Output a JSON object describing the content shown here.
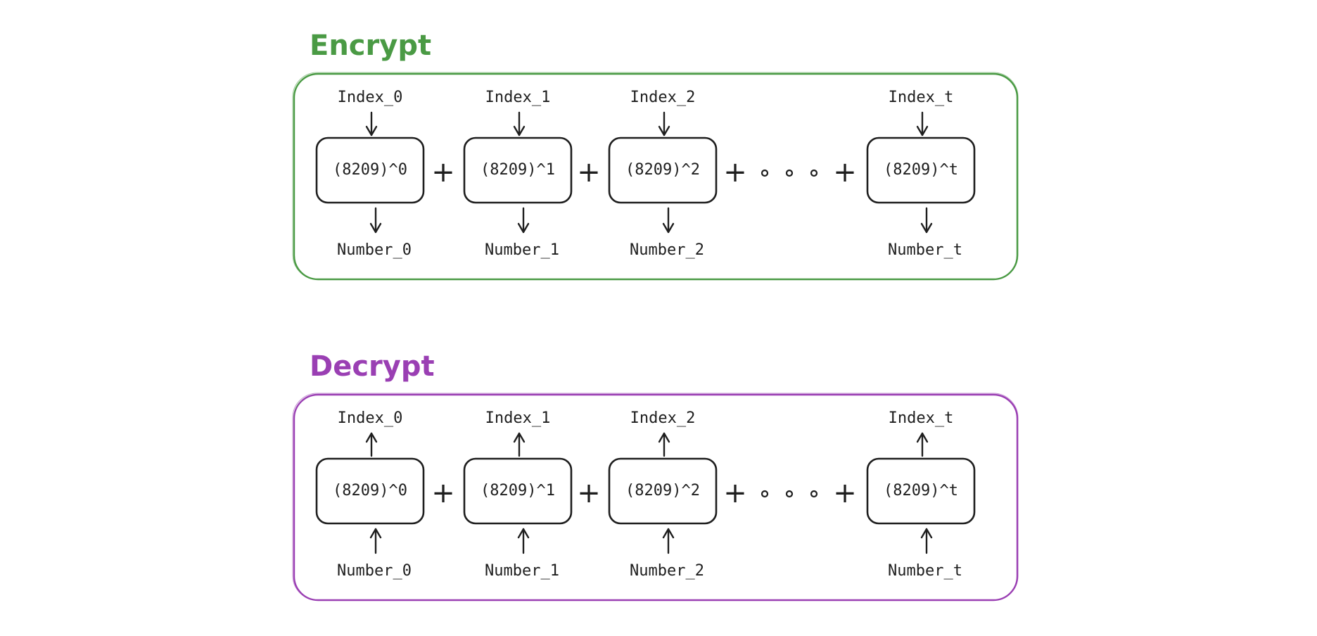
{
  "colors": {
    "encrypt": "#4a9a44",
    "decrypt": "#9a3fb3",
    "ink": "#1e1e1e"
  },
  "sections": [
    {
      "key": "encrypt",
      "title": "Encrypt",
      "arrow_direction": "down",
      "terms": [
        {
          "index": "Index_0",
          "expr": "(8209)^0",
          "number": "Number_0"
        },
        {
          "index": "Index_1",
          "expr": "(8209)^1",
          "number": "Number_1"
        },
        {
          "index": "Index_2",
          "expr": "(8209)^2",
          "number": "Number_2"
        },
        {
          "index": "Index_t",
          "expr": "(8209)^t",
          "number": "Number_t"
        }
      ]
    },
    {
      "key": "decrypt",
      "title": "Decrypt",
      "arrow_direction": "up",
      "terms": [
        {
          "index": "Index_0",
          "expr": "(8209)^0",
          "number": "Number_0"
        },
        {
          "index": "Index_1",
          "expr": "(8209)^1",
          "number": "Number_1"
        },
        {
          "index": "Index_2",
          "expr": "(8209)^2",
          "number": "Number_2"
        },
        {
          "index": "Index_t",
          "expr": "(8209)^t",
          "number": "Number_t"
        }
      ]
    }
  ],
  "operators": {
    "plus": "+"
  }
}
